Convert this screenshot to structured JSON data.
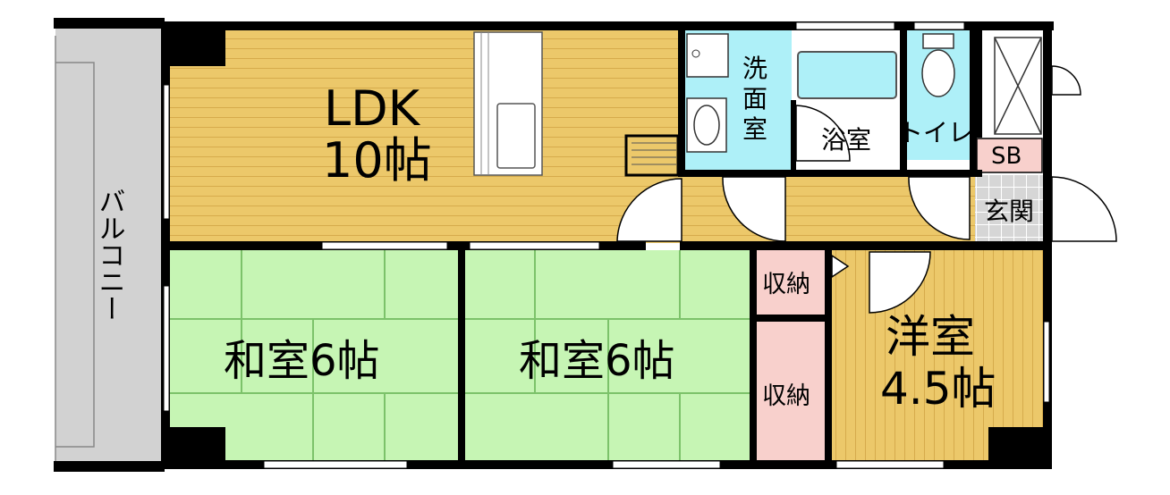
{
  "labels": {
    "ldk_name": "LDK",
    "ldk_size": "10帖",
    "washroom_1": "洗",
    "washroom_2": "面",
    "washroom_3": "室",
    "bathroom": "浴室",
    "toilet": "トイレ",
    "shoebox": "SB",
    "entrance": "玄関",
    "japanese_room_1": "和室6帖",
    "japanese_room_2": "和室6帖",
    "closet_1": "収納",
    "closet_2": "収納",
    "western_room_name": "洋室",
    "western_room_size": "4.5帖",
    "balcony": "バルコニー"
  },
  "colors": {
    "wood_floor": "#ecc86a",
    "wood_line": "#d4a94a",
    "tatami": "#c6f5b4",
    "tatami_line": "#7cc26a",
    "wet_area": "#aef0f8",
    "storage": "#f8d0cc",
    "entrance_tile": "#d4d4d4",
    "balcony": "#d2d2d2",
    "wall": "#000000"
  }
}
